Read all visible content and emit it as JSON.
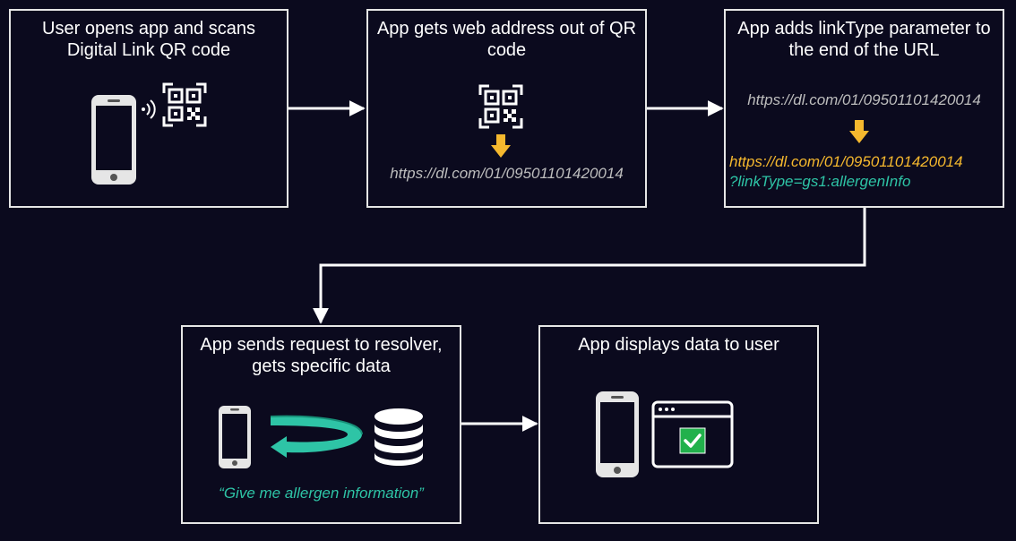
{
  "colors": {
    "background": "#0b0a1e",
    "box_border": "#e6e6e6",
    "url_gray": "#bdbdbd",
    "url_highlight": "#f5b82e",
    "link_param": "#2ec4a6",
    "check_green": "#22b14c"
  },
  "steps": {
    "scan": {
      "title": "User opens app and scans Digital Link QR code",
      "icons": [
        "smartphone-icon",
        "signal-waves-icon",
        "qr-code-icon"
      ]
    },
    "extract": {
      "title": "App gets web address out of QR code",
      "url": "https://dl.com/01/09501101420014",
      "icons": [
        "qr-code-icon",
        "arrow-down-icon"
      ]
    },
    "append": {
      "title": "App adds linkType parameter to the end of the URL",
      "url_before": "https://dl.com/01/09501101420014",
      "url_after": "https://dl.com/01/09501101420014",
      "link_param": "?linkType=gs1:allergenInfo",
      "icons": [
        "arrow-down-icon"
      ]
    },
    "resolve": {
      "title": "App sends request to resolver, gets specific data",
      "quote": "“Give me allergen information”",
      "icons": [
        "smartphone-icon",
        "round-trip-arrow-icon",
        "database-icon"
      ]
    },
    "display": {
      "title": "App displays data to user",
      "icons": [
        "smartphone-icon",
        "browser-window-icon",
        "checkmark-icon"
      ]
    }
  }
}
